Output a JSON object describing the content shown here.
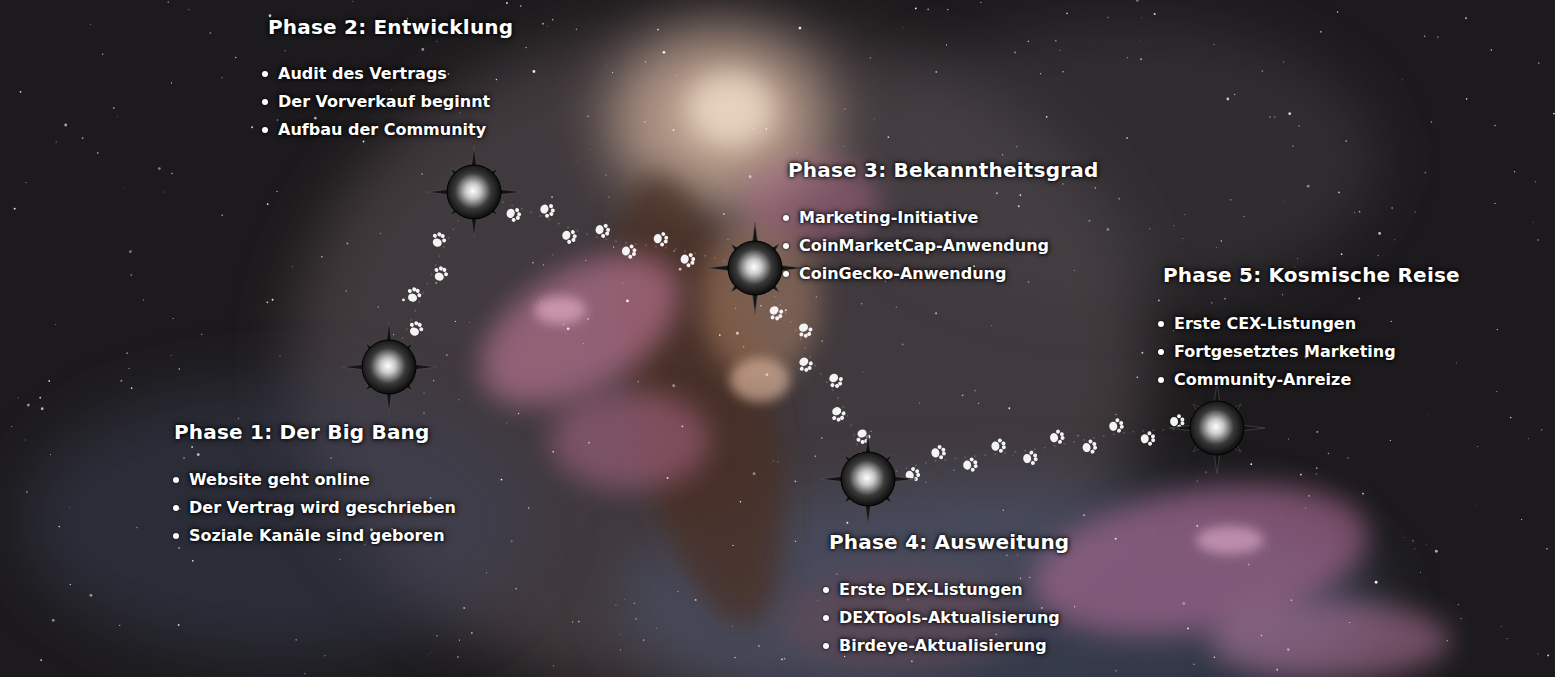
{
  "diagram": {
    "nodes": [
      {
        "text": [
          "Phase 1: Der Big Bang",
          "Website geht online",
          "Der Vertrag wird geschrieben",
          "Soziale Kanäle sind geboren"
        ]
      },
      {
        "text": [
          "Phase 2: Entwicklung",
          "Audit des Vertrags",
          "Der Vorverkauf beginnt",
          "Aufbau der Community"
        ]
      },
      {
        "text": [
          "Phase 3: Bekanntheitsgrad",
          "Marketing-Initiative",
          "CoinMarketCap-Anwendung",
          "CoinGecko-Anwendung"
        ]
      },
      {
        "text": [
          "Phase 4: Ausweitung",
          "Erste DEX-Listungen",
          "DEXTools-Aktualisierung",
          "Birdeye-Aktualisierung"
        ]
      },
      {
        "text": [
          "Phase 5: Kosmische Reise",
          "Erste CEX-Listungen",
          "Fortgesetztes Marketing",
          "Community-Anreize"
        ]
      }
    ],
    "edges": [
      {
        "from": 0,
        "to": 1,
        "arrow": "none"
      },
      {
        "from": 1,
        "to": 2,
        "arrow": "none"
      },
      {
        "from": 2,
        "to": 3,
        "arrow": "none"
      },
      {
        "from": 3,
        "to": 4,
        "arrow": "none"
      }
    ]
  }
}
